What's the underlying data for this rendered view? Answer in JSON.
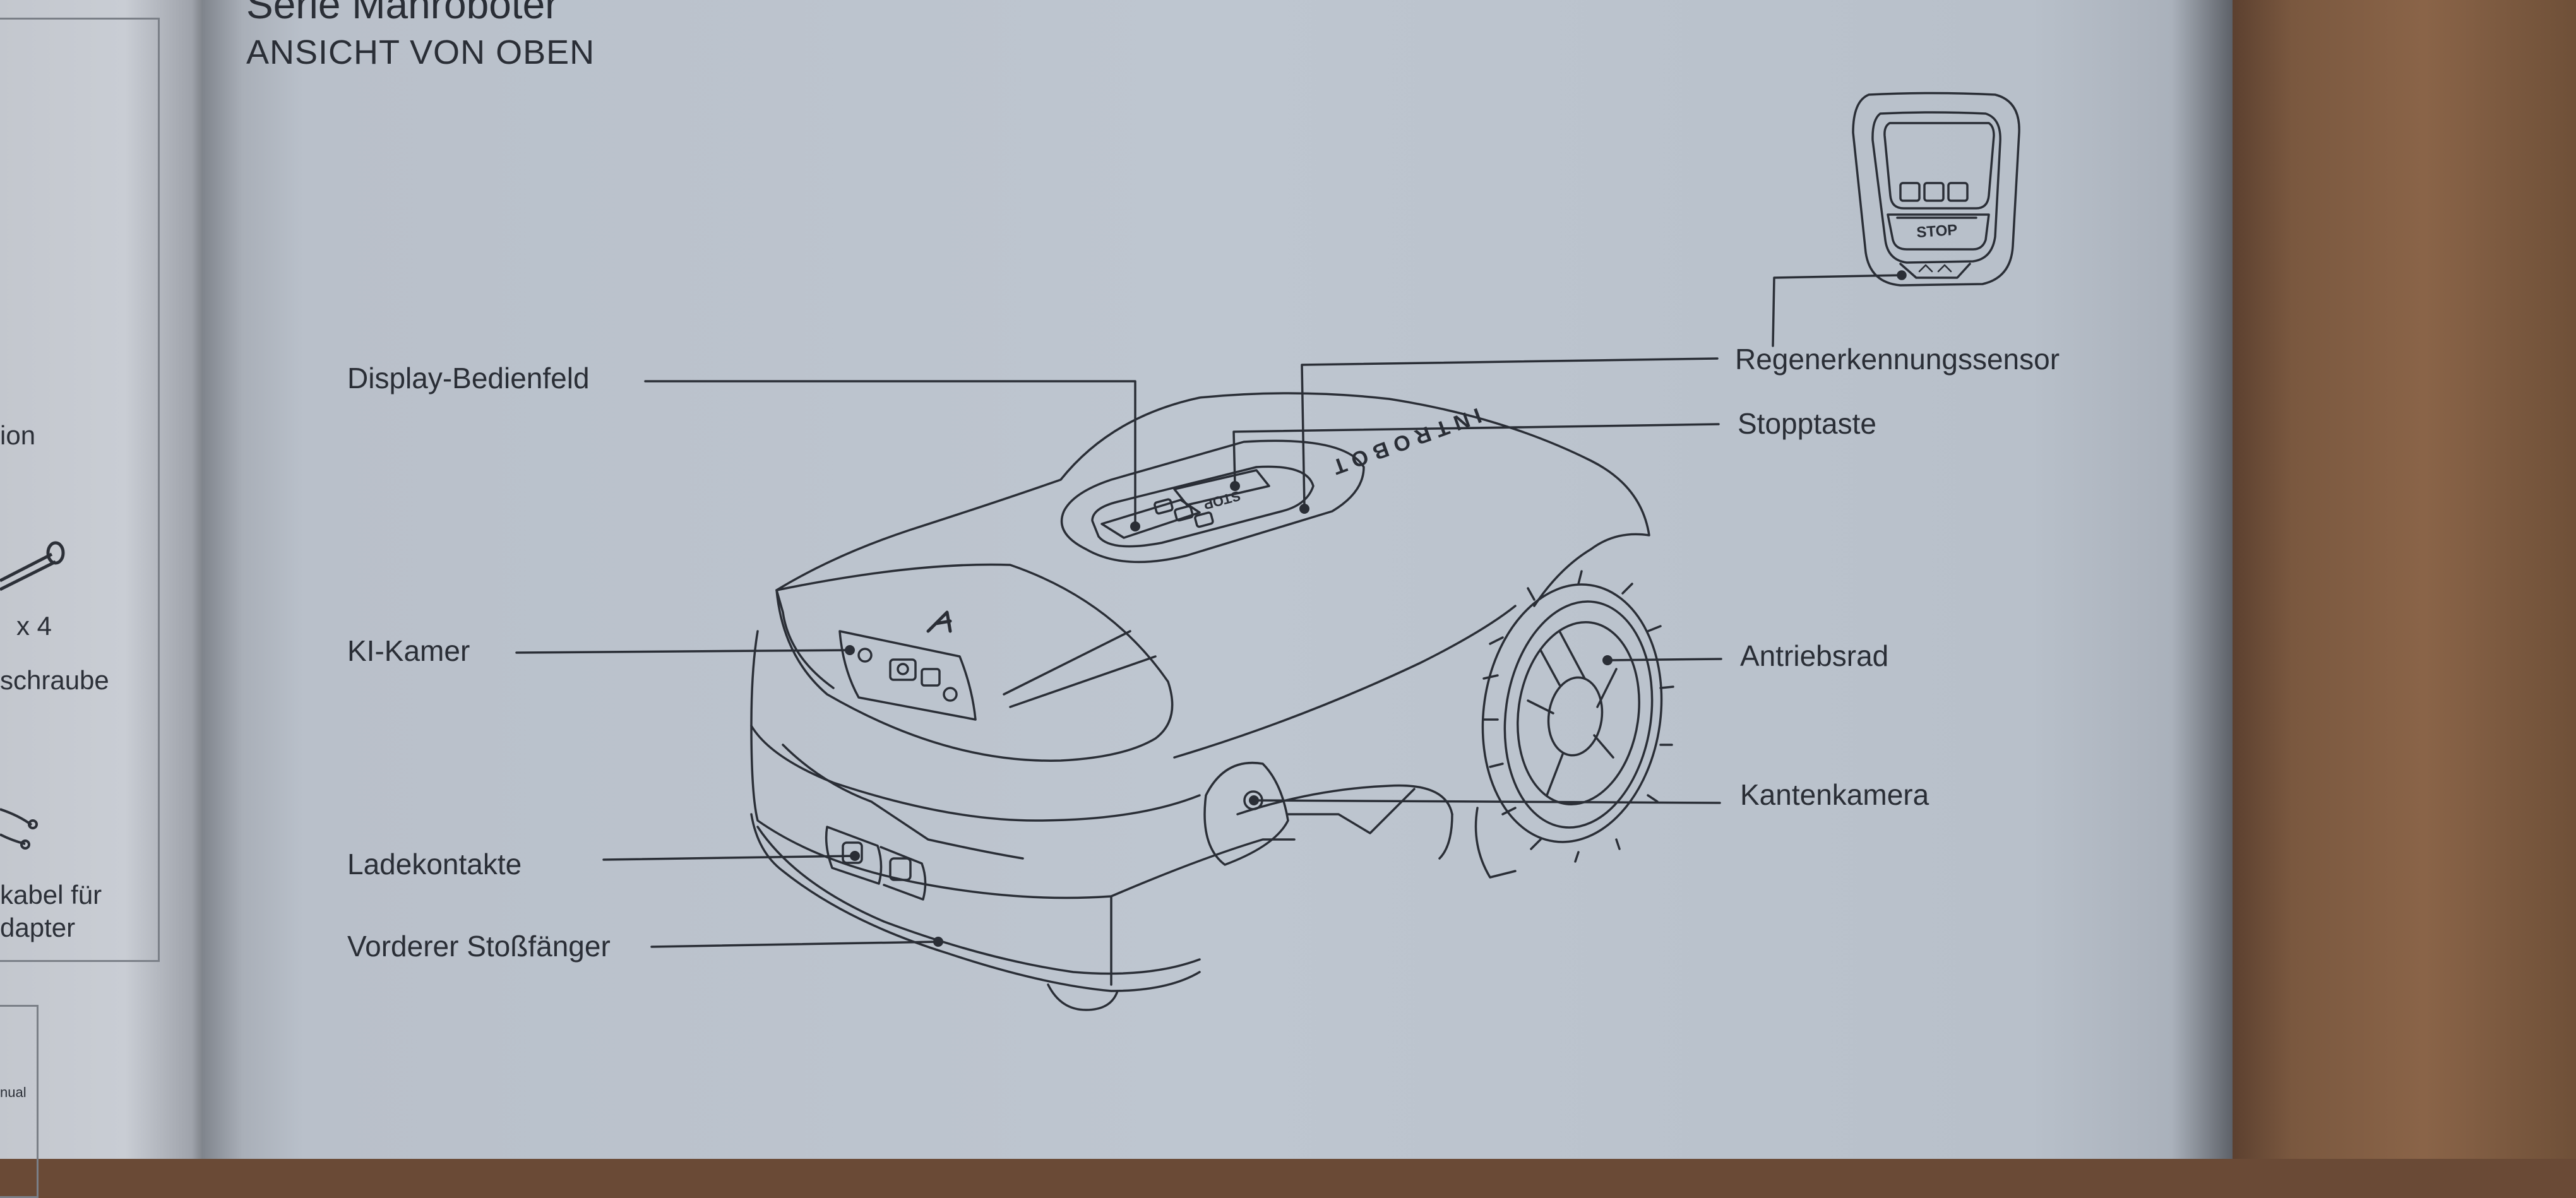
{
  "page": {
    "heading": "Serie Mähroboter",
    "subheading": "ANSICHT VON OBEN"
  },
  "left_page": {
    "fragments": [
      "ion",
      "x 4",
      "schraube",
      "kabel für",
      "dapter",
      "nual"
    ]
  },
  "device": {
    "brand_text": "INTROBOT",
    "panel_stop_text": "STOP",
    "inset_stop_text": "STOP"
  },
  "labels": {
    "display": "Display-Bedienfeld",
    "camera": "KI-Kamer",
    "charging": "Ladekontakte",
    "bumper": "Vorderer Stoßfänger",
    "rain": "Regenerkennungssensor",
    "stop": "Stopptaste",
    "wheel": "Antriebsrad",
    "edge": "Kantenkamera"
  },
  "colors": {
    "line": "#2a2e36",
    "paper": "#bec6d0",
    "table": "#7a583f"
  }
}
